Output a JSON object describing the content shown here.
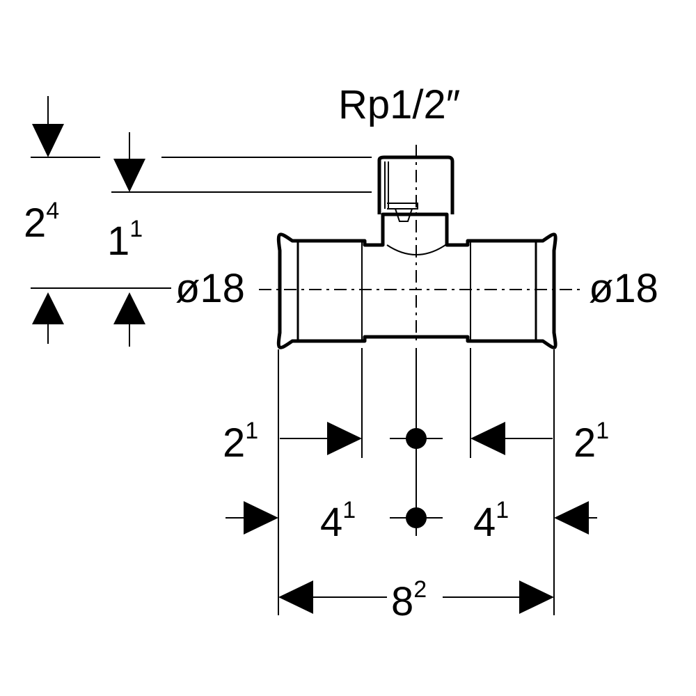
{
  "labels": {
    "thread": "Rp1/2″",
    "height_total": {
      "base": "2",
      "sup": "4"
    },
    "height_branch": {
      "base": "1",
      "sup": "1"
    },
    "dia_left": "ø18",
    "dia_right": "ø18",
    "socket_left": {
      "base": "2",
      "sup": "1"
    },
    "socket_right": {
      "base": "2",
      "sup": "1"
    },
    "half_left": {
      "base": "4",
      "sup": "1"
    },
    "half_right": {
      "base": "4",
      "sup": "1"
    },
    "length_total": {
      "base": "8",
      "sup": "2"
    }
  }
}
